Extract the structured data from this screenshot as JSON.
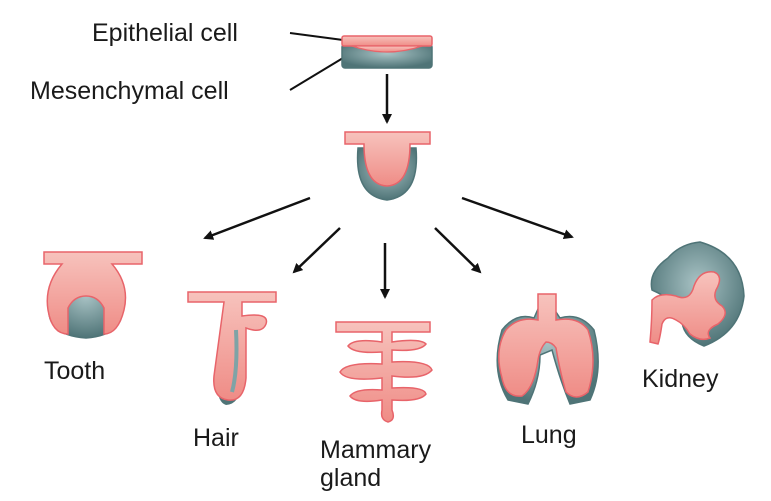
{
  "labels": {
    "epithelial": "Epithelial cell",
    "mesenchymal": "Mesenchymal cell",
    "tooth": "Tooth",
    "hair": "Hair",
    "mammary": "Mammary\ngland",
    "lung": "Lung",
    "kidney": "Kidney"
  },
  "colors": {
    "epithelium_fill": "#f4a6a0",
    "epithelium_edge": "#e8646a",
    "mesenchyme_fill": "#7fa3a6",
    "mesenchyme_dark": "#4f7477",
    "arrow": "#111111",
    "leader": "#111111"
  }
}
